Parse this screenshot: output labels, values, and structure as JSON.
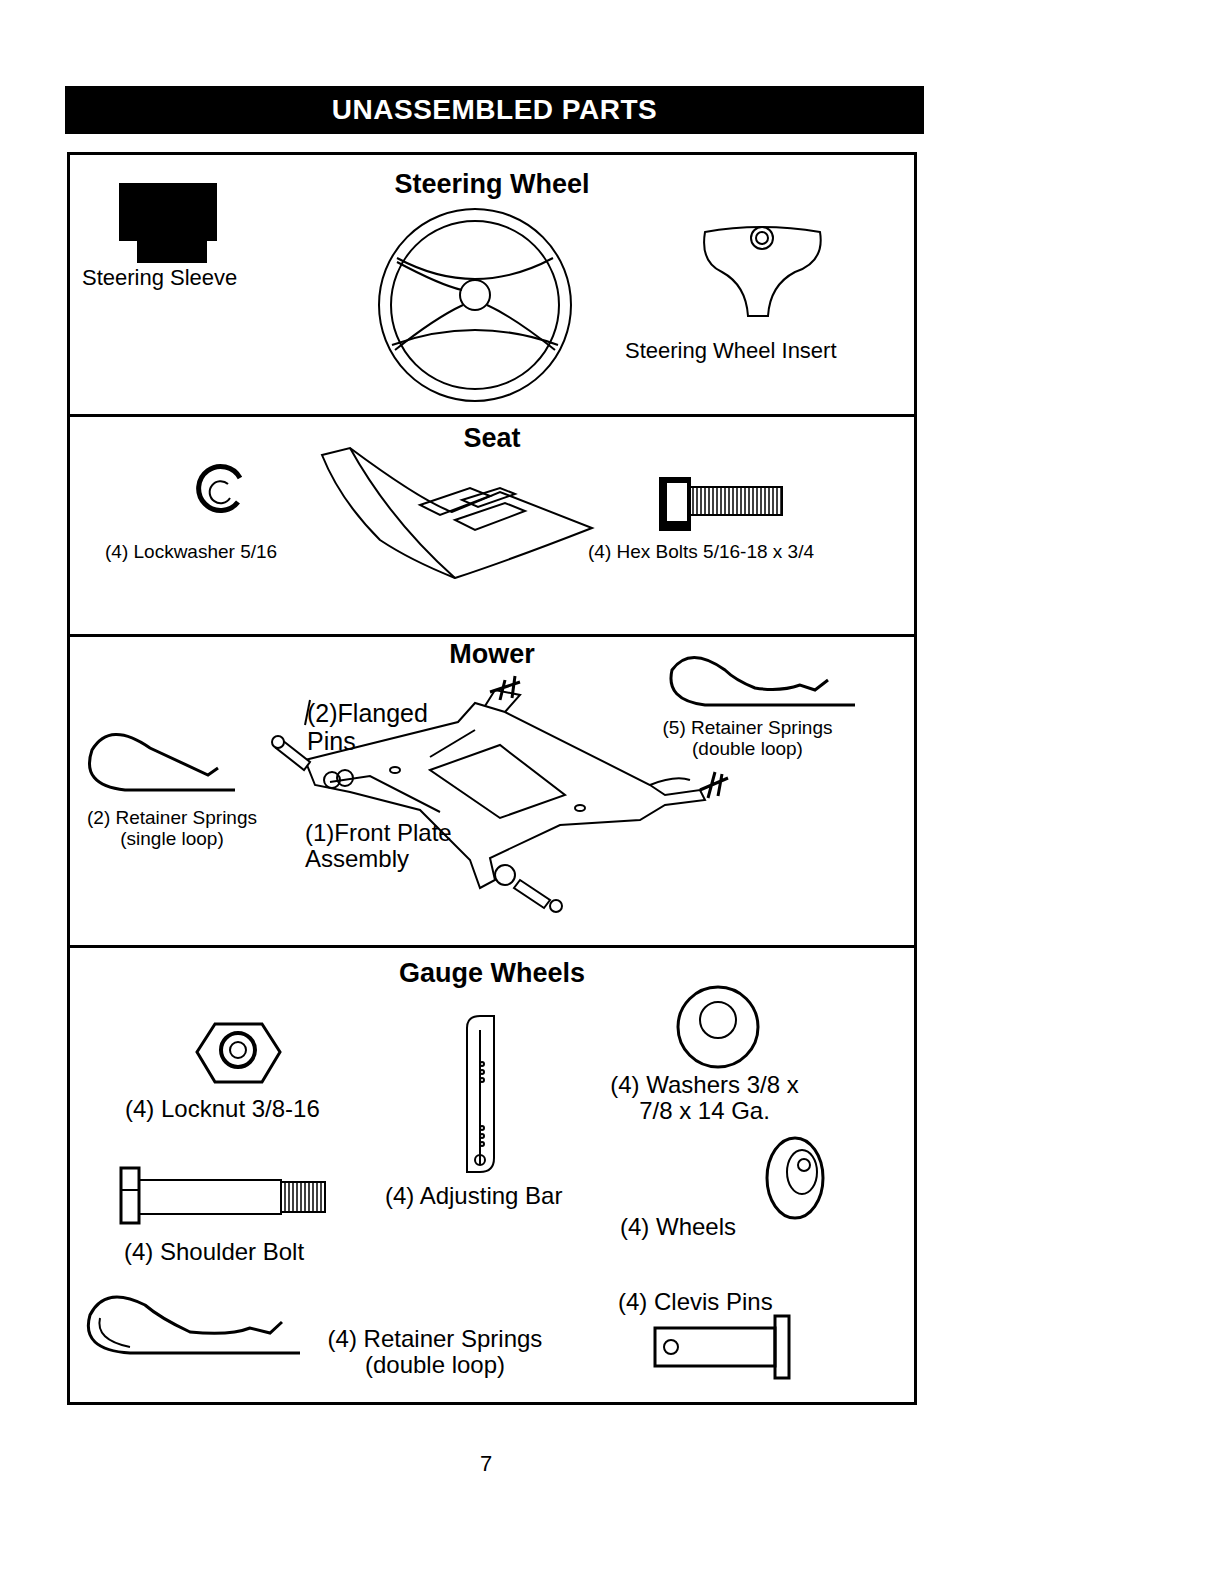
{
  "diagram": {
    "title": "UNASSEMBLED PARTS",
    "nodes": [
      {
        "text": [
          "Steering Wheel"
        ]
      },
      {
        "text": [
          "Seat"
        ]
      },
      {
        "text": [
          "Mower"
        ]
      },
      {
        "text": [
          "Gauge Wheels"
        ]
      }
    ],
    "labels": [
      "Steering Sleeve",
      "Steering Wheel Insert",
      "(4) Lockwasher 5/16",
      "(4) Hex Bolts 5/16-18 x 3/4",
      "(2)Flanged Pins",
      "(5) Retainer Springs (double loop)",
      "(2) Retainer Springs (single loop)",
      "(1)Front Plate Assembly",
      "(4) Locknut 3/8-16",
      "(4) Washers 3/8 x 7/8 x 14 Ga.",
      "(4) Adjusting Bar",
      "(4) Wheels",
      "(4) Shoulder Bolt",
      "(4) Clevis Pins",
      "(4) Retainer Springs (double loop)",
      "7"
    ]
  }
}
